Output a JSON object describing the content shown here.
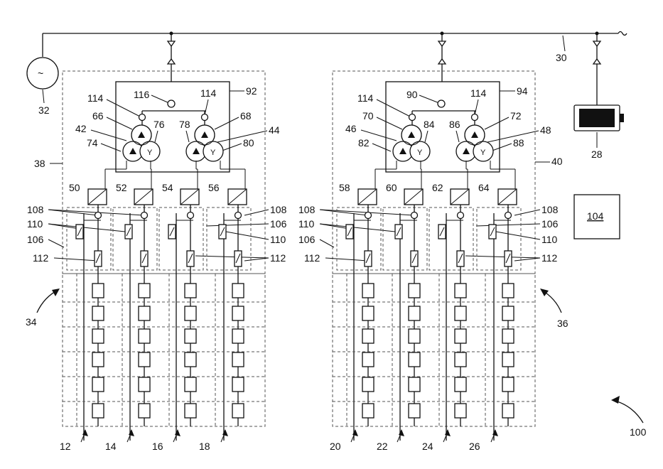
{
  "refs": {
    "grid": "30",
    "generator": "32",
    "battery": "28",
    "controller": "104",
    "system": "100",
    "site_left": "34",
    "site_right": "36",
    "frame_left": "38",
    "frame_right": "40",
    "tx_box_left": "92",
    "tx_box_right": "94",
    "switch_left": "116",
    "switch_right": "90",
    "breaker": "114",
    "tx_left_a": "42",
    "tx_left_b": "44",
    "tx_right_a": "46",
    "tx_right_b": "48",
    "tx_left_a_top": "66",
    "tx_left_b_top": "68",
    "tx_right_a_top": "70",
    "tx_right_b_top": "72",
    "tx_left_a_l": "74",
    "tx_left_a_r": "76",
    "tx_left_b_l": "78",
    "tx_left_b_r": "80",
    "tx_right_a_l": "82",
    "tx_right_a_r": "84",
    "tx_right_b_l": "86",
    "tx_right_b_r": "88",
    "inverters": [
      "50",
      "52",
      "54",
      "56",
      "58",
      "60",
      "62",
      "64"
    ],
    "strings": [
      "12",
      "14",
      "16",
      "18",
      "20",
      "22",
      "24",
      "26"
    ],
    "sensor": "108",
    "switch_a": "110",
    "cell": "106",
    "switch_b": "112"
  },
  "glyphs": {
    "generator": "~",
    "wye": "Y"
  }
}
